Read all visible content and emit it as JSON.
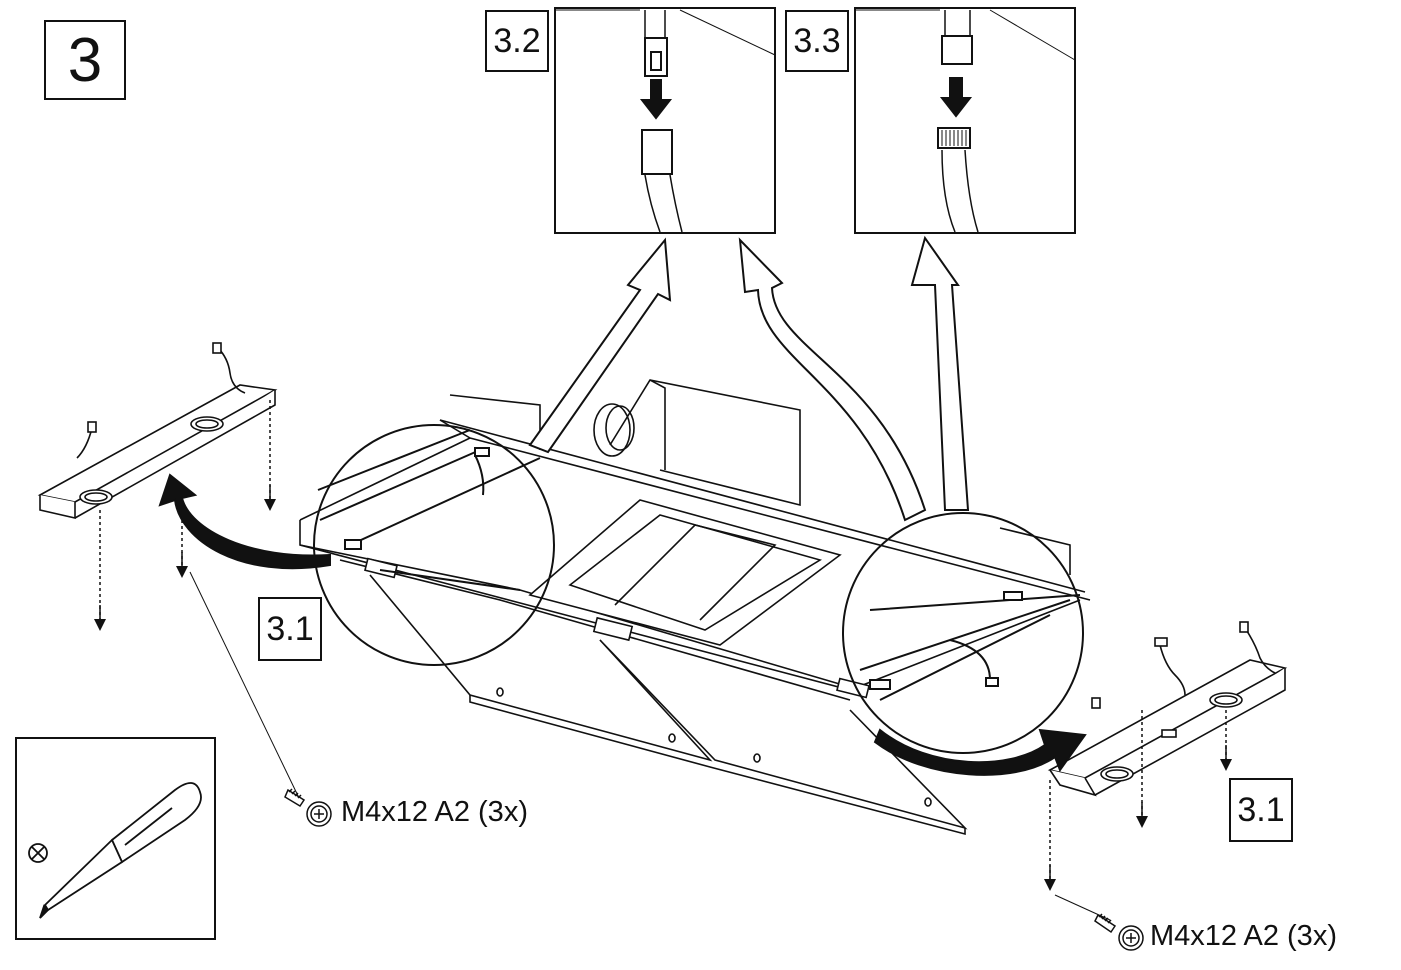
{
  "step": {
    "number": "3"
  },
  "substeps": {
    "s31_left": "3.1",
    "s31_right": "3.1",
    "s32": "3.2",
    "s33": "3.3"
  },
  "screws": {
    "left_label": "M4x12 A2 (3x)",
    "right_label": "M4x12 A2 (3x)"
  },
  "tools": [
    "phillips-screwdriver-icon"
  ],
  "colors": {
    "line": "#111111",
    "background": "#ffffff",
    "arrow_fill": "#ffffff"
  }
}
